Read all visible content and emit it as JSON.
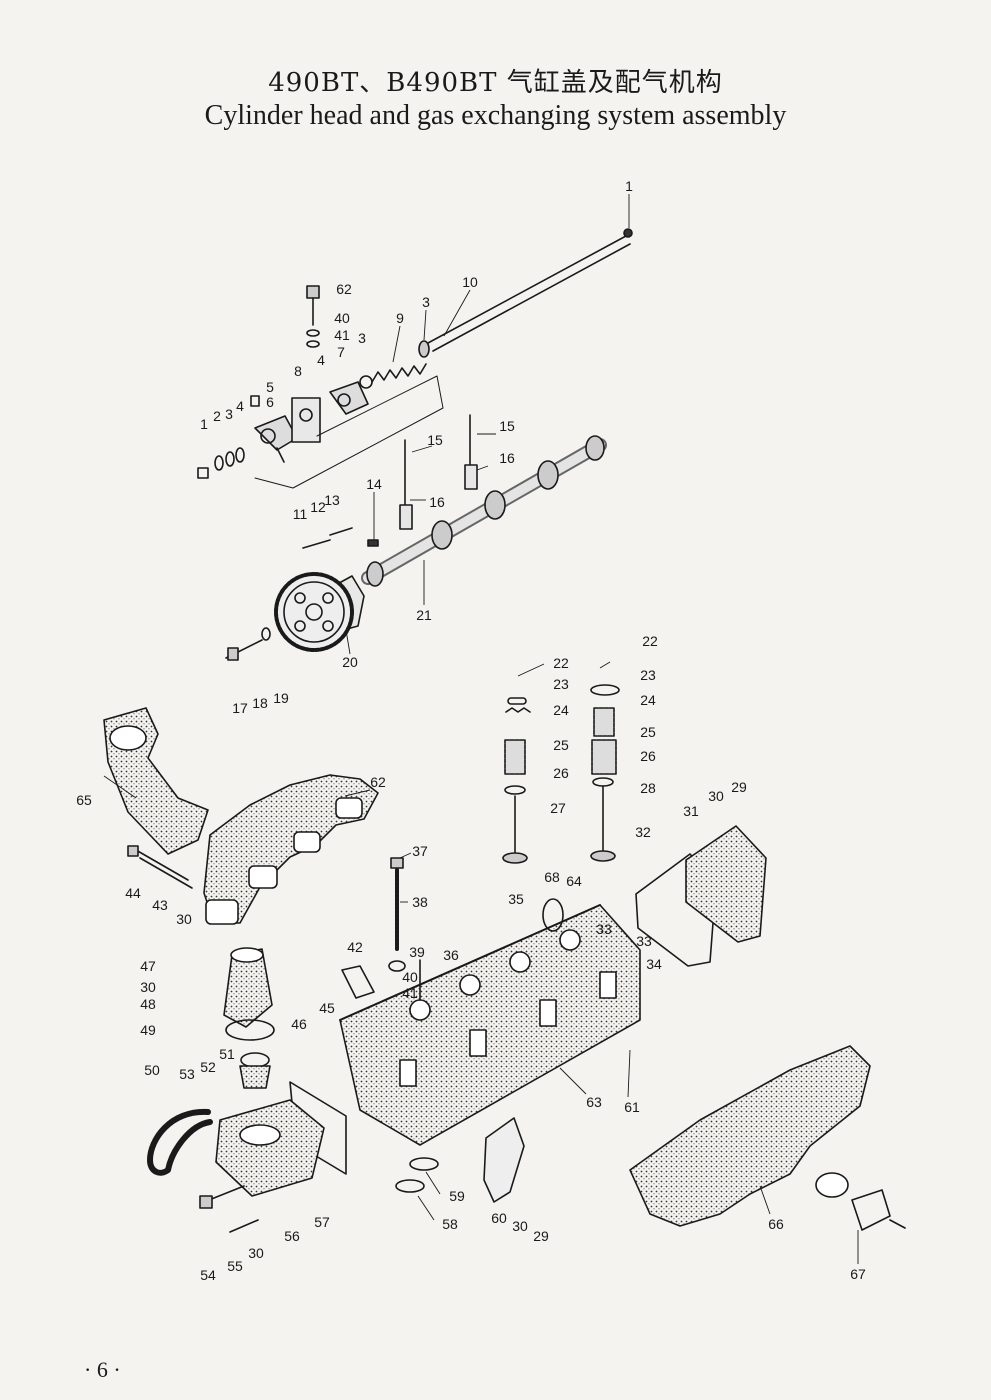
{
  "title": {
    "model": "490BT、B490BT",
    "chinese": "气缸盖及配气机构",
    "english": "Cylinder head and gas exchanging system assembly"
  },
  "page_number": "· 6 ·",
  "part_labels": [
    "1",
    "62",
    "10",
    "40",
    "41",
    "3",
    "9",
    "7",
    "4",
    "8",
    "3",
    "5",
    "6",
    "4",
    "2",
    "3",
    "1",
    "15",
    "15",
    "16",
    "16",
    "14",
    "11",
    "12",
    "13",
    "21",
    "20",
    "17",
    "18",
    "19",
    "22",
    "22",
    "23",
    "23",
    "24",
    "24",
    "25",
    "25",
    "26",
    "26",
    "27",
    "28",
    "65",
    "62",
    "29",
    "30",
    "31",
    "32",
    "44",
    "43",
    "30",
    "37",
    "38",
    "35",
    "68",
    "64",
    "33",
    "33",
    "34",
    "42",
    "39",
    "40",
    "41",
    "36",
    "47",
    "30",
    "48",
    "49",
    "45",
    "46",
    "50",
    "51",
    "52",
    "53",
    "63",
    "61",
    "66",
    "67",
    "59",
    "58",
    "60",
    "30",
    "29",
    "57",
    "56",
    "54",
    "55",
    "30"
  ]
}
